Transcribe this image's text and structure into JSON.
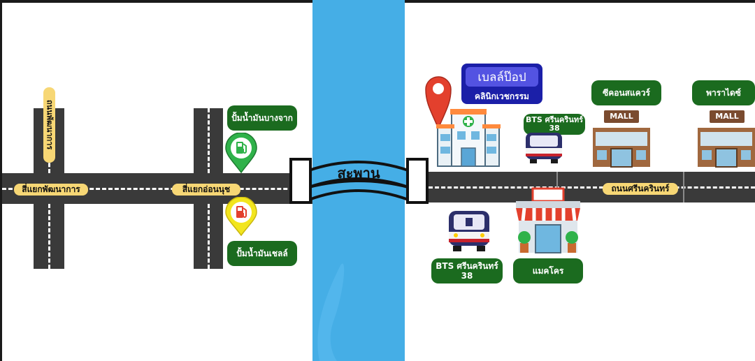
{
  "left_side": {
    "road_label_vertical": "ถนนพัฒนาการ",
    "intersection_1": "สี่แยกพัฒนาการ",
    "intersection_2": "สี่แยกอ่อนนุช",
    "gas_station_1": "ปั้มน้ำมันบางจาก",
    "gas_station_2": "ปั้มน้ำมันเชลล์"
  },
  "bridge": {
    "label": "สะพาน"
  },
  "right_side": {
    "clinic_name": "เบลล์ป๊อป",
    "clinic_subtitle": "คลินิกเวชกรรม",
    "bts_upper": "BTS ศรีนครินทร์\n38",
    "bts_lower": "BTS ศรีนครินทร์\n38",
    "shop_1": "ซีคอนสแควร์",
    "shop_2": "พาราไดซ์",
    "mall_sign": "MALL",
    "road_label": "ถนนศรีนครินทร์",
    "makro": "แมคโคร"
  },
  "colors": {
    "river": "#45aee6",
    "road": "#3a3a3a",
    "label_green": "#1b6b1f",
    "label_yellow": "#f7d775",
    "clinic_blue": "#1b1fa8",
    "pin_red": "#e3402d"
  }
}
